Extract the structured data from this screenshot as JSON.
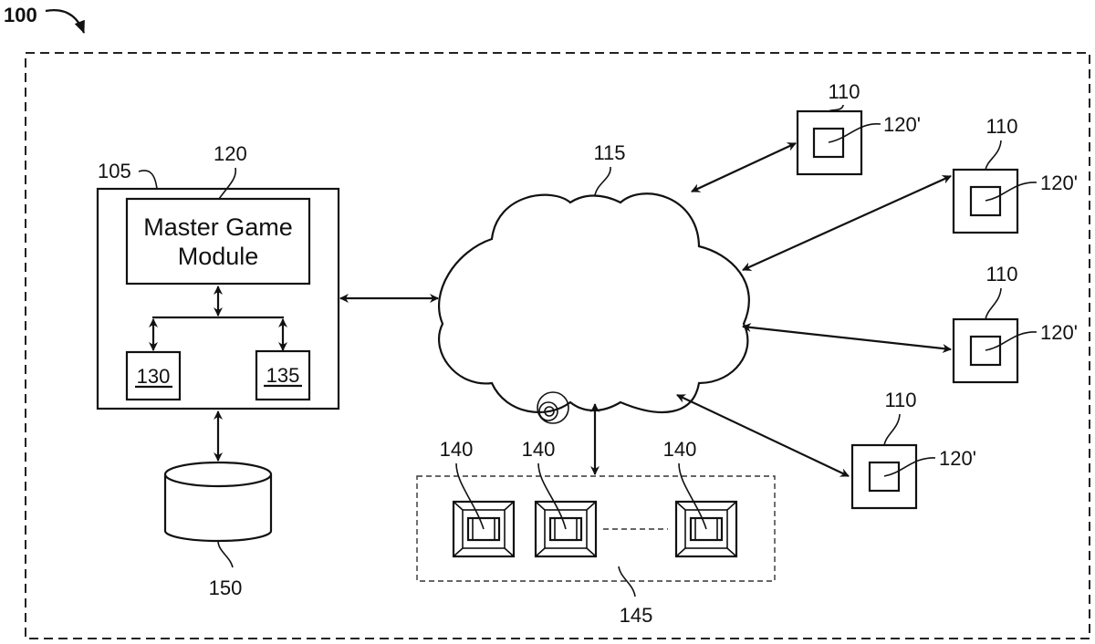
{
  "figure": {
    "ref": "100",
    "system_ref": "105",
    "module_ref": "120",
    "module_label_line1": "Master Game",
    "module_label_line2": "Module",
    "component_a": "130",
    "component_b": "135",
    "database_ref": "150",
    "network_ref": "115",
    "client_devices": [
      {
        "ref": "110",
        "module_ref": "120'"
      },
      {
        "ref": "110",
        "module_ref": "120'"
      },
      {
        "ref": "110",
        "module_ref": "120'"
      },
      {
        "ref": "110",
        "module_ref": "120'"
      }
    ],
    "terminals": [
      {
        "ref": "140"
      },
      {
        "ref": "140"
      },
      {
        "ref": "140"
      }
    ],
    "terminal_group_ref": "145"
  }
}
